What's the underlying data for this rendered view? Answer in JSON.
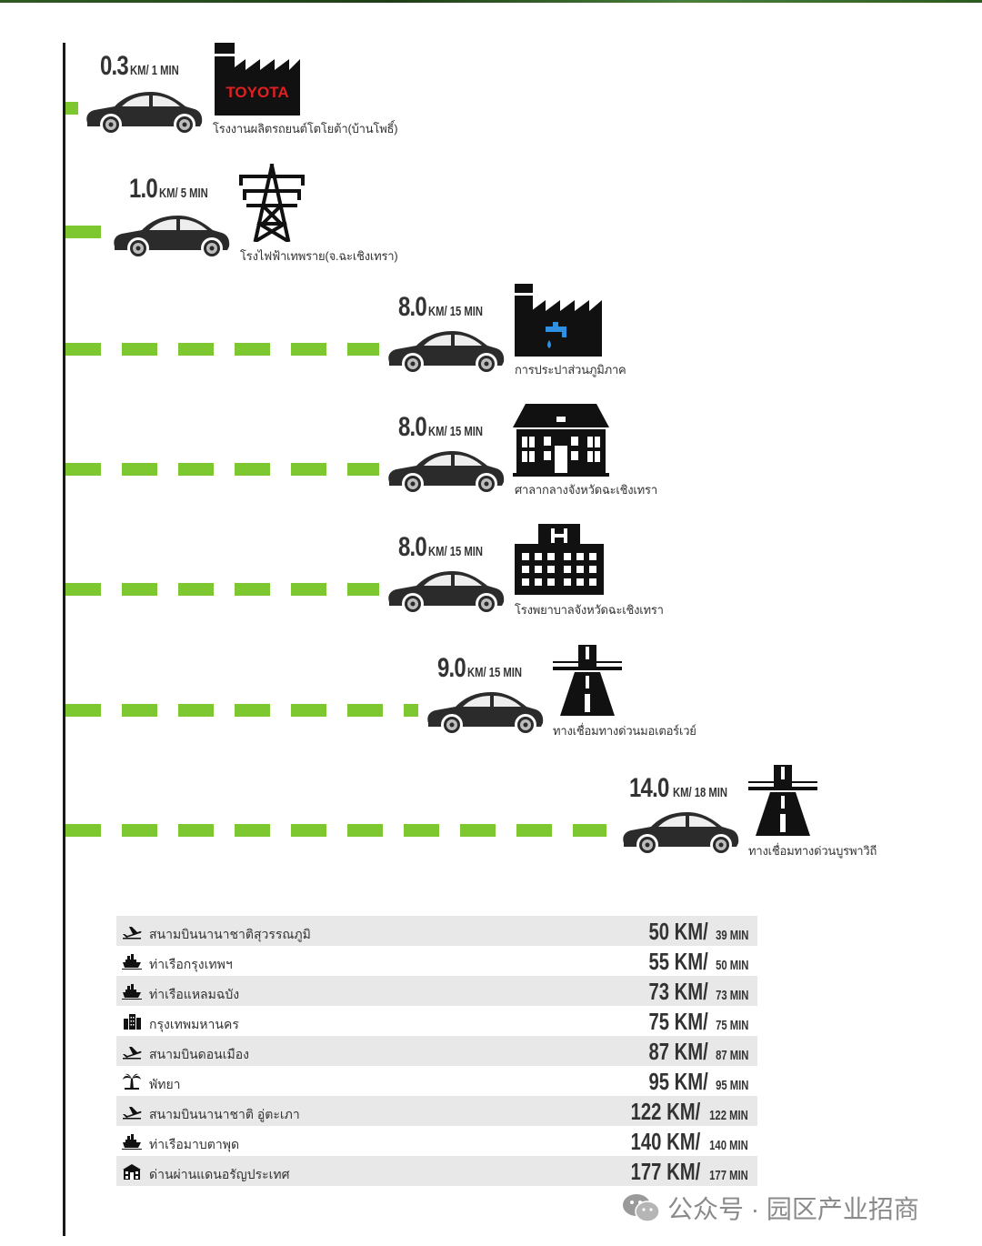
{
  "destinations": [
    {
      "id": "toyota",
      "distance": "0.3",
      "unit": "KM/ 1 MIN",
      "icon": "factory-toyota-icon",
      "brand": "TOYOTA",
      "caption": "โรงงานผลิตรถยนต์โตโยต้า(บ้านโพธิ์)"
    },
    {
      "id": "power",
      "distance": "1.0",
      "unit": "KM/ 5 MIN",
      "icon": "power-tower-icon",
      "caption": "โรงไฟฟ้าเทพราย(จ.ฉะเชิงเทรา)"
    },
    {
      "id": "water",
      "distance": "8.0",
      "unit": "KM/ 15 MIN",
      "icon": "water-factory-icon",
      "caption": "การประปาส่วนภูมิภาค"
    },
    {
      "id": "hall",
      "distance": "8.0",
      "unit": "KM/ 15 MIN",
      "icon": "city-hall-icon",
      "caption": "ศาลากลางจังหวัดฉะเชิงเทรา"
    },
    {
      "id": "hospital",
      "distance": "8.0",
      "unit": "KM/ 15 MIN",
      "icon": "hospital-icon",
      "caption": "โรงพยาบาลจังหวัดฉะเชิงเทรา"
    },
    {
      "id": "motorway",
      "distance": "9.0",
      "unit": "KM/ 15 MIN",
      "icon": "highway-icon",
      "caption": "ทางเชื่อมทางด่วนมอเตอร์เวย์"
    },
    {
      "id": "burapha",
      "distance": "14.0",
      "unit": "KM/ 18 MIN",
      "icon": "highway-icon",
      "caption": "ทางเชื่อมทางด่วนบูรพาวิถี"
    }
  ],
  "table": [
    {
      "icon": "airplane-icon",
      "name": "สนามบินนานาชาติสุวรรณภูมิ",
      "km": "50 KM/",
      "min": "39 MIN"
    },
    {
      "icon": "ship-icon",
      "name": "ท่าเรือกรุงเทพฯ",
      "km": "55 KM/",
      "min": "50 MIN"
    },
    {
      "icon": "ship-icon",
      "name": "ท่าเรือแหลมฉบัง",
      "km": "73 KM/",
      "min": "73 MIN"
    },
    {
      "icon": "city-icon",
      "name": "กรุงเทพมหานคร",
      "km": "75 KM/",
      "min": "75 MIN"
    },
    {
      "icon": "airplane-icon",
      "name": "สนามบินดอนเมือง",
      "km": "87 KM/",
      "min": "87 MIN"
    },
    {
      "icon": "palm-tree-icon",
      "name": "พัทยา",
      "km": "95 KM/",
      "min": "95 MIN"
    },
    {
      "icon": "airplane-icon",
      "name": "สนามบินนานาชาติ อู่ตะเภา",
      "km": "122 KM/",
      "min": "122 MIN"
    },
    {
      "icon": "ship-icon",
      "name": "ท่าเรือมาบตาพุด",
      "km": "140 KM/",
      "min": "140 MIN"
    },
    {
      "icon": "border-icon",
      "name": "ด่านผ่านแดนอรัญประเทศ",
      "km": "177 KM/",
      "min": "177 MIN"
    }
  ],
  "watermark": {
    "text": "公众号 · 园区产业招商",
    "icon": "wechat-icon"
  },
  "colors": {
    "dash": "#7dc831",
    "icon": "#111111",
    "shade": "#e8e8e8",
    "axis": "#1a1a1a"
  }
}
